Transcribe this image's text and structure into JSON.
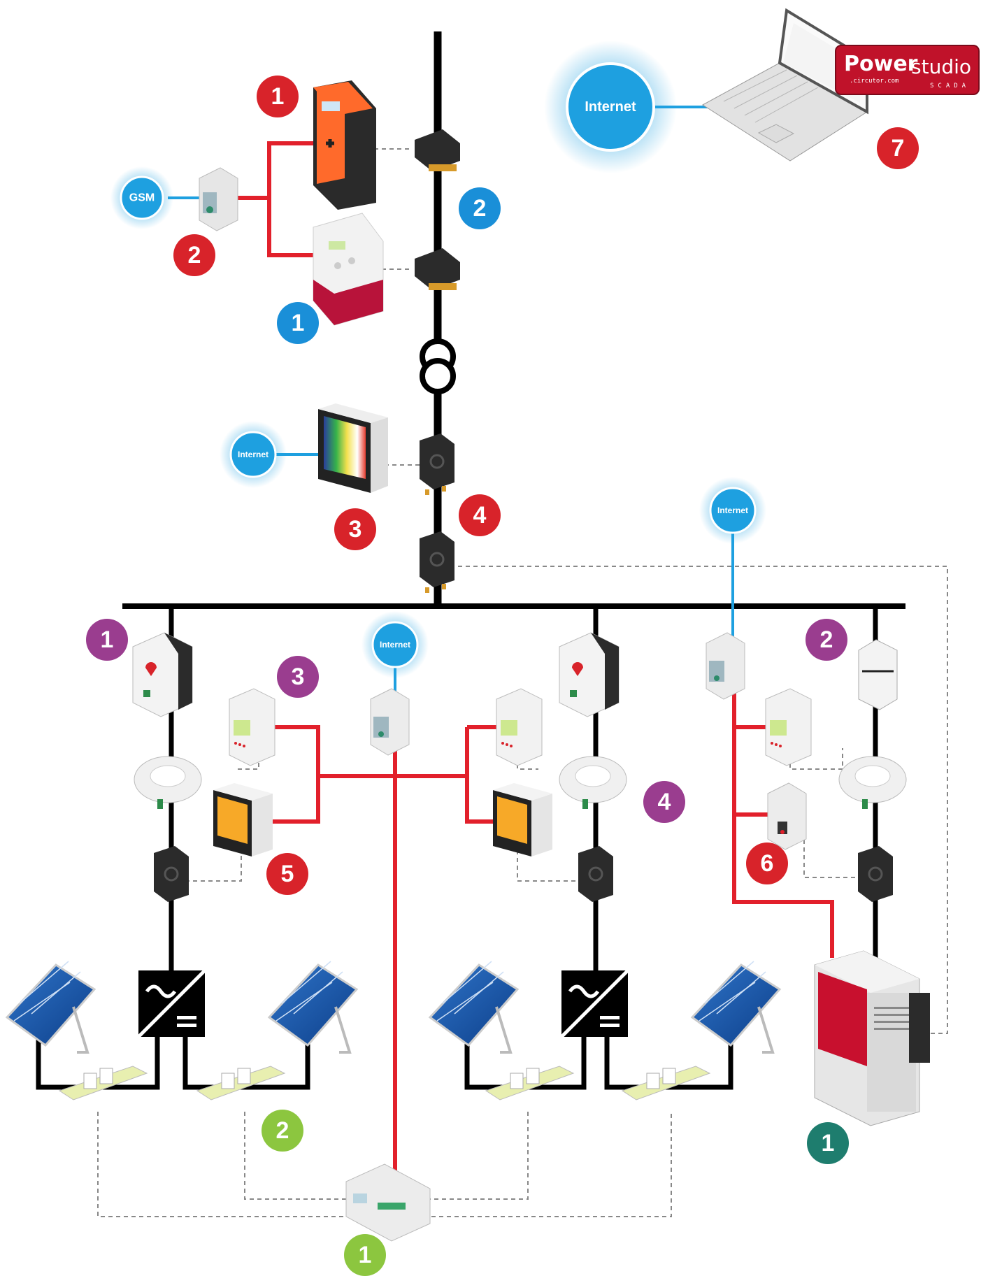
{
  "colors": {
    "red_badge": "#d8232a",
    "blue_badge": "#1a8fd8",
    "purple_badge": "#9a3d8f",
    "green_badge": "#8cc63f",
    "teal_badge": "#1e7d6e",
    "red_line": "#e2202b",
    "blue_line": "#1ea0e0",
    "black_line": "#000000",
    "dashed_line": "#888888"
  },
  "badges": {
    "red_1": "1",
    "red_2": "2",
    "red_3": "3",
    "red_4": "4",
    "red_5": "5",
    "red_6": "6",
    "red_7": "7",
    "blue_1": "1",
    "blue_2": "2",
    "purple_1": "1",
    "purple_2": "2",
    "purple_3": "3",
    "purple_4": "4",
    "green_1": "1",
    "green_2": "2",
    "teal_1": "1"
  },
  "bubbles": {
    "gsm": "GSM",
    "internet_top": "Internet",
    "internet_display": "Internet",
    "internet_center": "Internet",
    "internet_right": "Internet"
  },
  "logo": {
    "brand": "Power",
    "product": "studio",
    "site": ".circutor.com",
    "scada": "SCADA"
  },
  "icons": [
    "energy-meter-icon",
    "gsm-modem-icon",
    "current-transformer-icon",
    "transformer-symbol-icon",
    "power-analyzer-display-icon",
    "laptop-icon",
    "circuit-breaker-icon",
    "din-rail-meter-icon",
    "toroidal-sensor-icon",
    "panel-meter-icon",
    "inverter-icon",
    "solar-panel-icon",
    "string-box-icon",
    "data-concentrator-icon",
    "capacitor-bank-cabinet-icon",
    "ethernet-gateway-icon"
  ]
}
